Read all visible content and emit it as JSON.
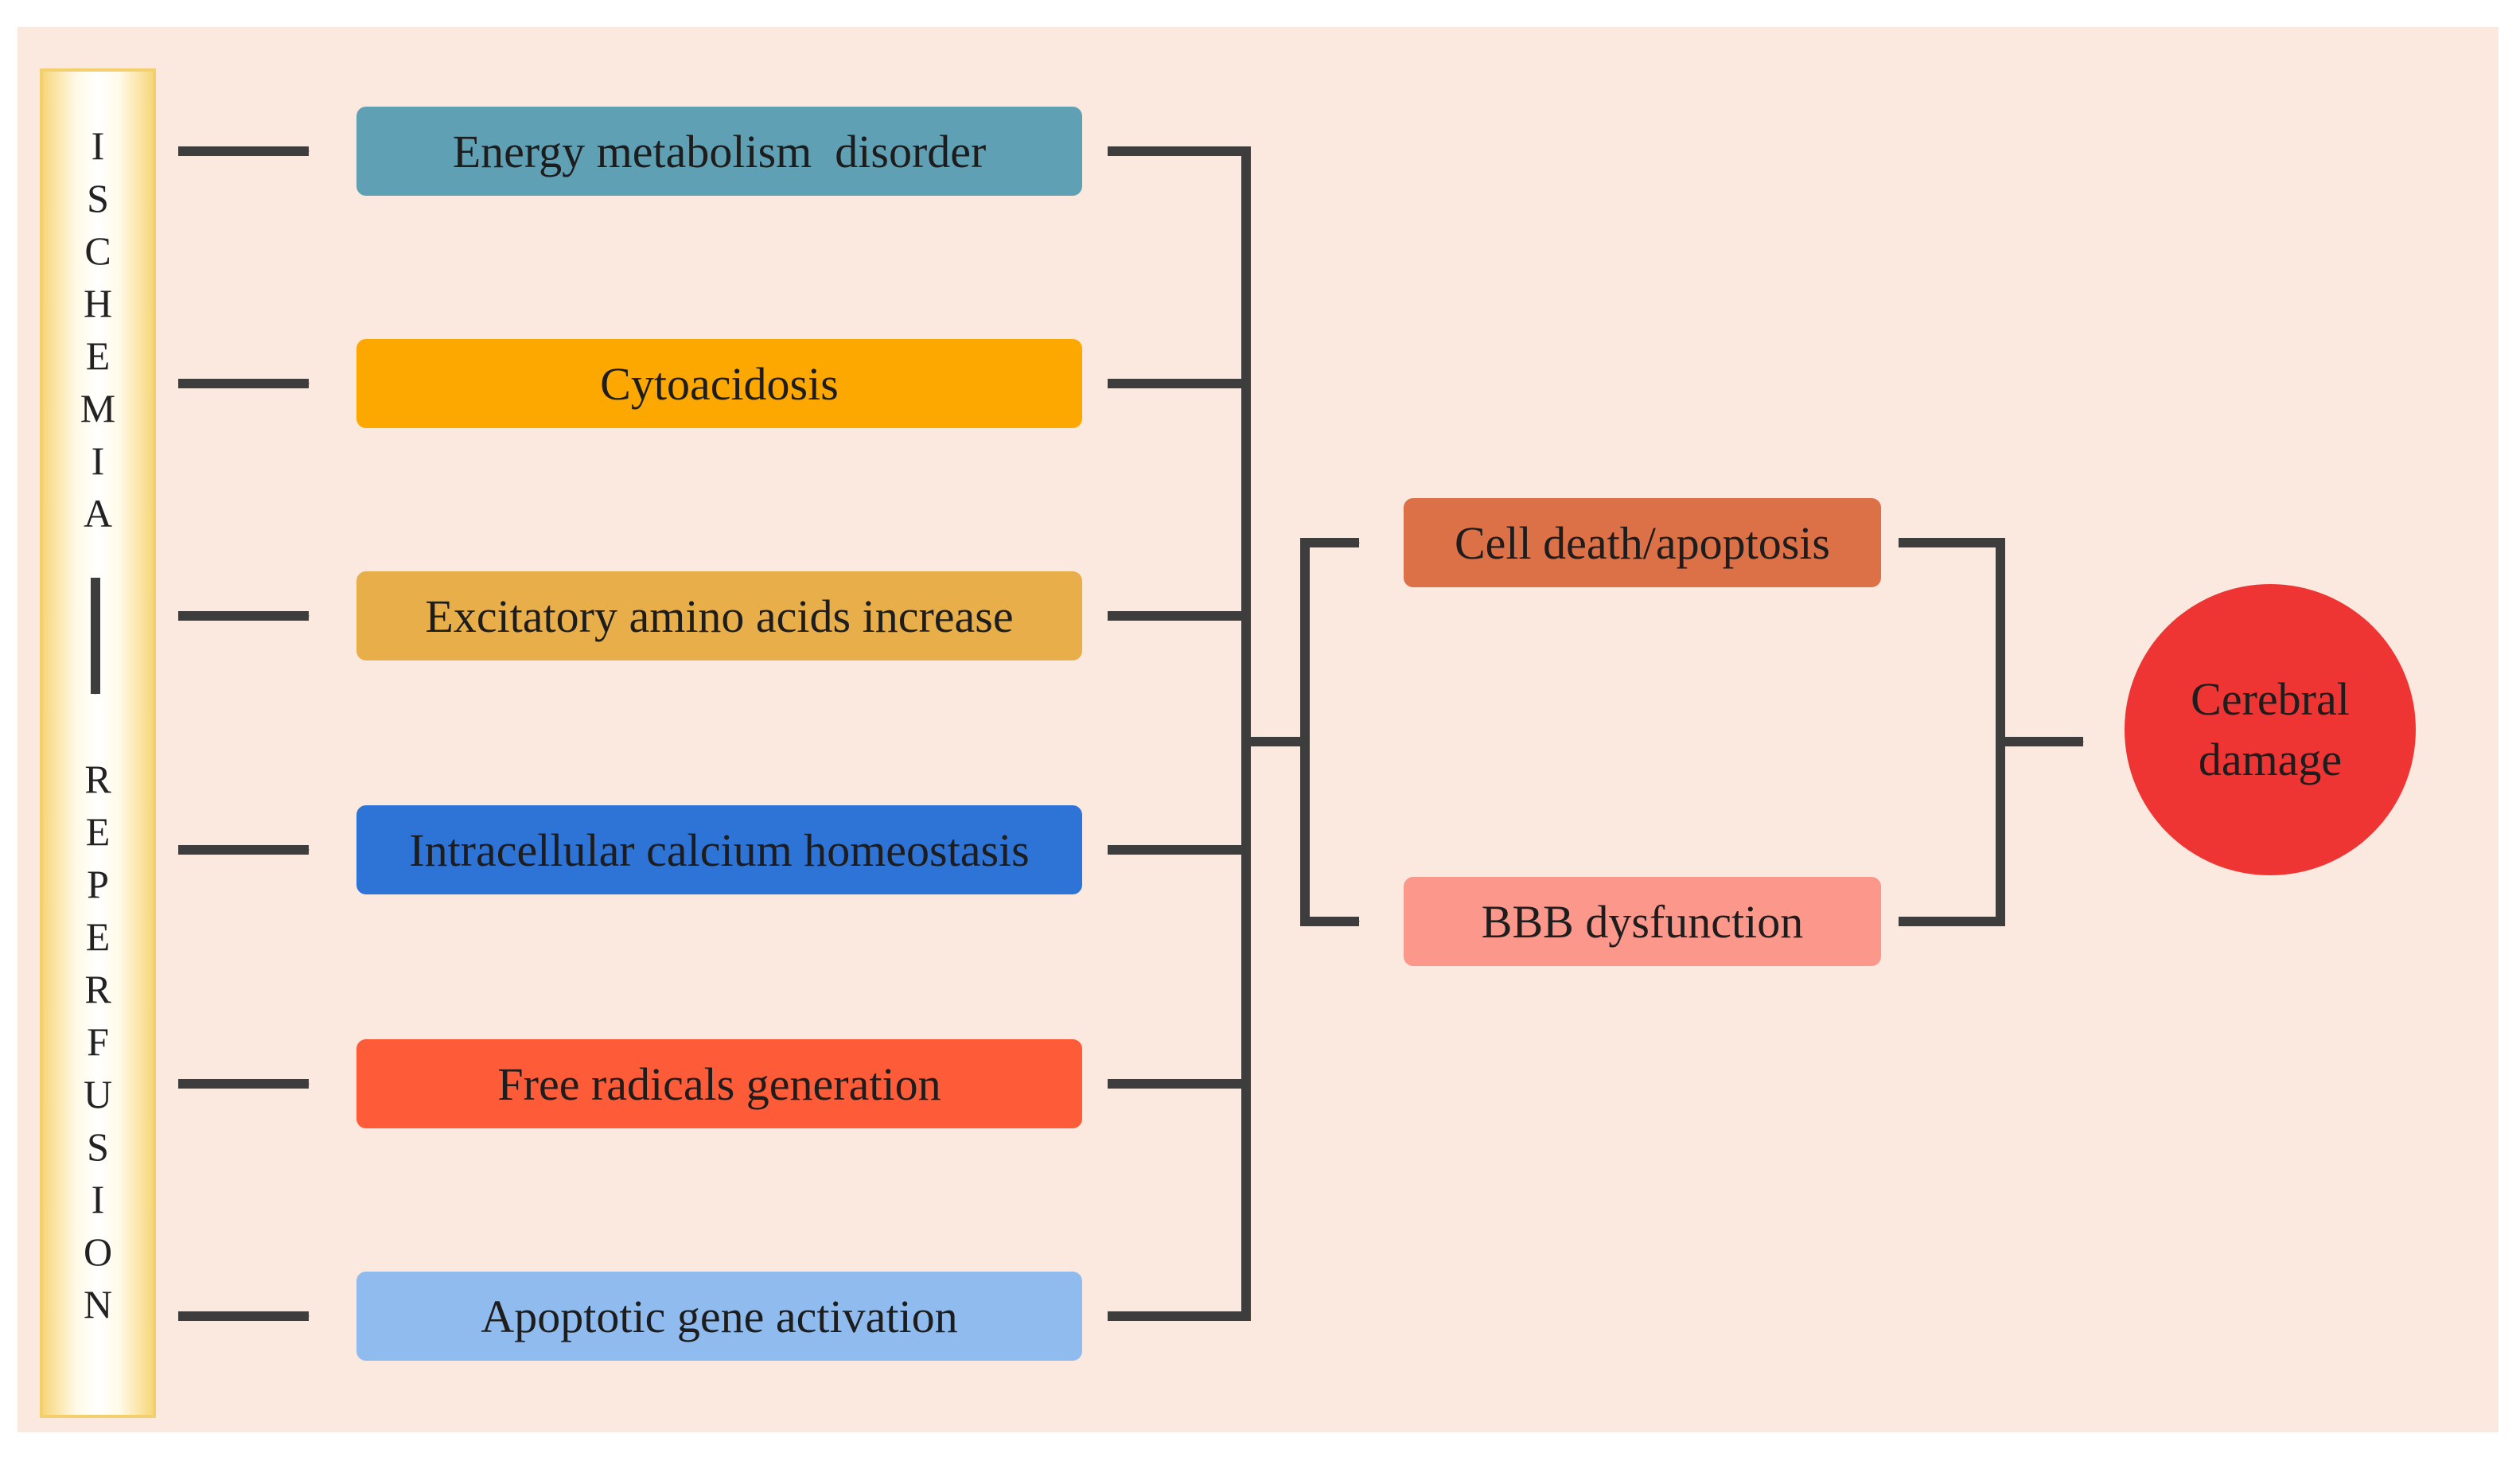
{
  "sidebar": {
    "top_word": [
      "I",
      "S",
      "C",
      "H",
      "E",
      "M",
      "I",
      "A"
    ],
    "bottom_word": [
      "R",
      "E",
      "P",
      "E",
      "R",
      "F",
      "U",
      "S",
      "I",
      "O",
      "N"
    ]
  },
  "causes": [
    {
      "label": "Energy metabolism  disorder",
      "color": "#5fa0b4"
    },
    {
      "label": "Cytoacidosis",
      "color": "#fca800"
    },
    {
      "label": "Excitatory amino acids increase",
      "color": "#e7ae4a"
    },
    {
      "label": "Intracellular calcium homeostasis",
      "color": "#2e73d6"
    },
    {
      "label": "Free radicals generation",
      "color": "#fe5c38"
    },
    {
      "label": "Apoptotic gene activation",
      "color": "#8fbbef"
    }
  ],
  "effects": [
    {
      "label": "Cell death/apoptosis",
      "color": "#dc7046"
    },
    {
      "label": "BBB dysfunction",
      "color": "#fb978b"
    }
  ],
  "outcome": {
    "line1": "Cerebral",
    "line2": "damage",
    "color": "#ef3434"
  },
  "colors": {
    "line": "#3d3d3d",
    "panel": "#fbe9df"
  }
}
